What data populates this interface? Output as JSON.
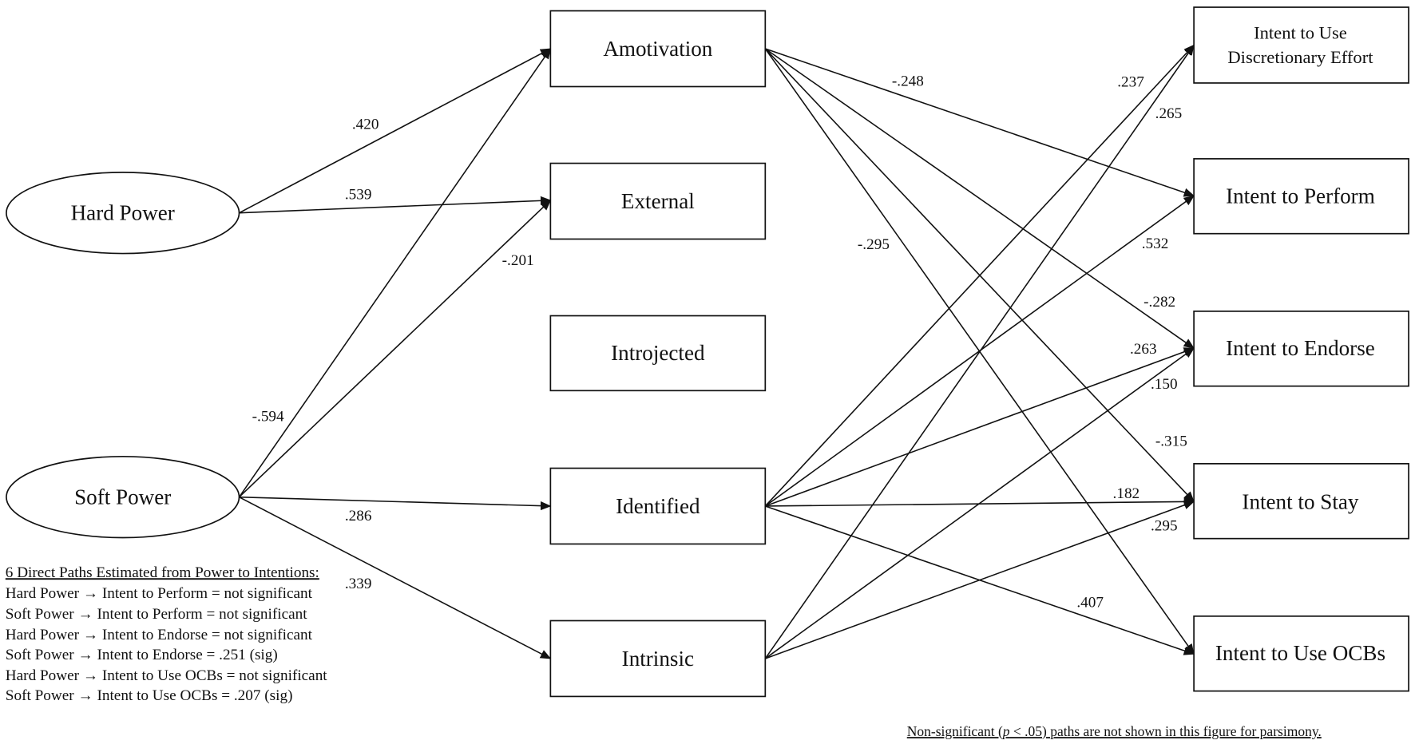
{
  "nodes": {
    "hard_power": {
      "label": "Hard Power",
      "shape": "ellipse"
    },
    "soft_power": {
      "label": "Soft Power",
      "shape": "ellipse"
    },
    "amotivation": {
      "label": "Amotivation"
    },
    "external": {
      "label": "External"
    },
    "introjected": {
      "label": "Introjected"
    },
    "identified": {
      "label": "Identified"
    },
    "intrinsic": {
      "label": "Intrinsic"
    },
    "discretionary": {
      "label_line1": "Intent to Use",
      "label_line2": "Discretionary Effort"
    },
    "perform": {
      "label": "Intent to Perform"
    },
    "endorse": {
      "label": "Intent to Endorse"
    },
    "stay": {
      "label": "Intent to Stay"
    },
    "ocbs": {
      "label": "Intent to Use OCBs"
    }
  },
  "edges": [
    {
      "from": "hard_power",
      "to": "amotivation",
      "coef": ".420"
    },
    {
      "from": "hard_power",
      "to": "external",
      "coef": ".539"
    },
    {
      "from": "soft_power",
      "to": "amotivation",
      "coef": "-.594"
    },
    {
      "from": "soft_power",
      "to": "external",
      "coef": "-.201"
    },
    {
      "from": "soft_power",
      "to": "identified",
      "coef": ".286"
    },
    {
      "from": "soft_power",
      "to": "intrinsic",
      "coef": ".339"
    },
    {
      "from": "amotivation",
      "to": "perform",
      "coef": "-.248"
    },
    {
      "from": "amotivation",
      "to": "endorse",
      "coef": "-.282"
    },
    {
      "from": "amotivation",
      "to": "stay",
      "coef": "-.315"
    },
    {
      "from": "amotivation",
      "to": "ocbs",
      "coef": "-.295"
    },
    {
      "from": "identified",
      "to": "discretionary",
      "coef": ".237"
    },
    {
      "from": "identified",
      "to": "perform",
      "coef": ".532"
    },
    {
      "from": "identified",
      "to": "endorse",
      "coef": ".263"
    },
    {
      "from": "identified",
      "to": "stay",
      "coef": ".182"
    },
    {
      "from": "identified",
      "to": "ocbs",
      "coef": ".407"
    },
    {
      "from": "intrinsic",
      "to": "discretionary",
      "coef": ".265"
    },
    {
      "from": "intrinsic",
      "to": "endorse",
      "coef": ".150"
    },
    {
      "from": "intrinsic",
      "to": "stay",
      "coef": ".295"
    }
  ],
  "legend": {
    "title": "6 Direct Paths Estimated from Power to Intentions:",
    "lines": [
      "Hard Power → Intent to Perform = not significant",
      "Soft Power → Intent to Perform = not significant",
      "Hard Power → Intent to Endorse = not significant",
      "Soft Power → Intent to Endorse = .251 (sig)",
      "Hard Power → Intent to Use OCBs = not significant",
      "Soft Power → Intent to Use OCBs = .207 (sig)"
    ]
  },
  "footnote": {
    "before": "Non-significant (",
    "italic": "p",
    "after": " < .05) paths are not shown in this figure for parsimony."
  }
}
